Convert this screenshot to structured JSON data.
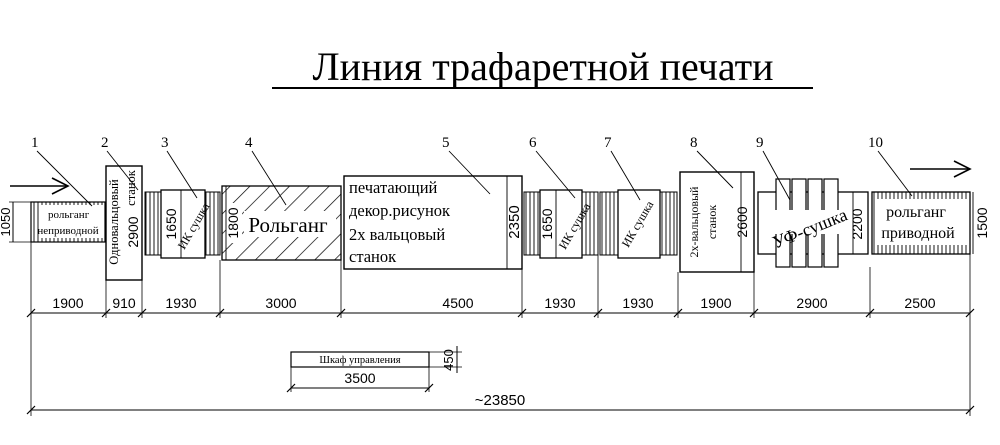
{
  "title": "Линия трафаретной печати",
  "units": {
    "u1": {
      "num": "1",
      "label": [
        "рольганг",
        "неприводной"
      ],
      "height": "1050",
      "length": "1900"
    },
    "u2": {
      "num": "2",
      "label": [
        "Одновальцовый",
        "станок"
      ],
      "height": "2900",
      "length": "910"
    },
    "u3": {
      "num": "3",
      "label": "ИК сушка",
      "height": "1650",
      "length": "1930"
    },
    "u4": {
      "num": "4",
      "label": "Рольганг",
      "height": "1800",
      "length": "3000"
    },
    "u5": {
      "num": "5",
      "label": [
        "печатающий",
        "декор.рисунок",
        "2х вальцовый",
        "станок"
      ],
      "height": "2350",
      "length": "4500"
    },
    "u6": {
      "num": "6",
      "label": "ИК сушка",
      "height": "1650",
      "length": "1930"
    },
    "u7": {
      "num": "7",
      "label": "ИК сушка",
      "length": "1930"
    },
    "u8": {
      "num": "8",
      "label": [
        "2х-вальцовый",
        "станок"
      ],
      "height": "2600",
      "length": "1900"
    },
    "u9": {
      "num": "9",
      "label": "УФ-сушка",
      "height": "2200",
      "length": "2900"
    },
    "u10": {
      "num": "10",
      "label": [
        "рольганг",
        "приводной"
      ],
      "height": "1500",
      "length": "2500"
    }
  },
  "cabinet": {
    "label": "Шкаф управления",
    "length": "3500",
    "height": "450"
  },
  "total_length": "~23850"
}
